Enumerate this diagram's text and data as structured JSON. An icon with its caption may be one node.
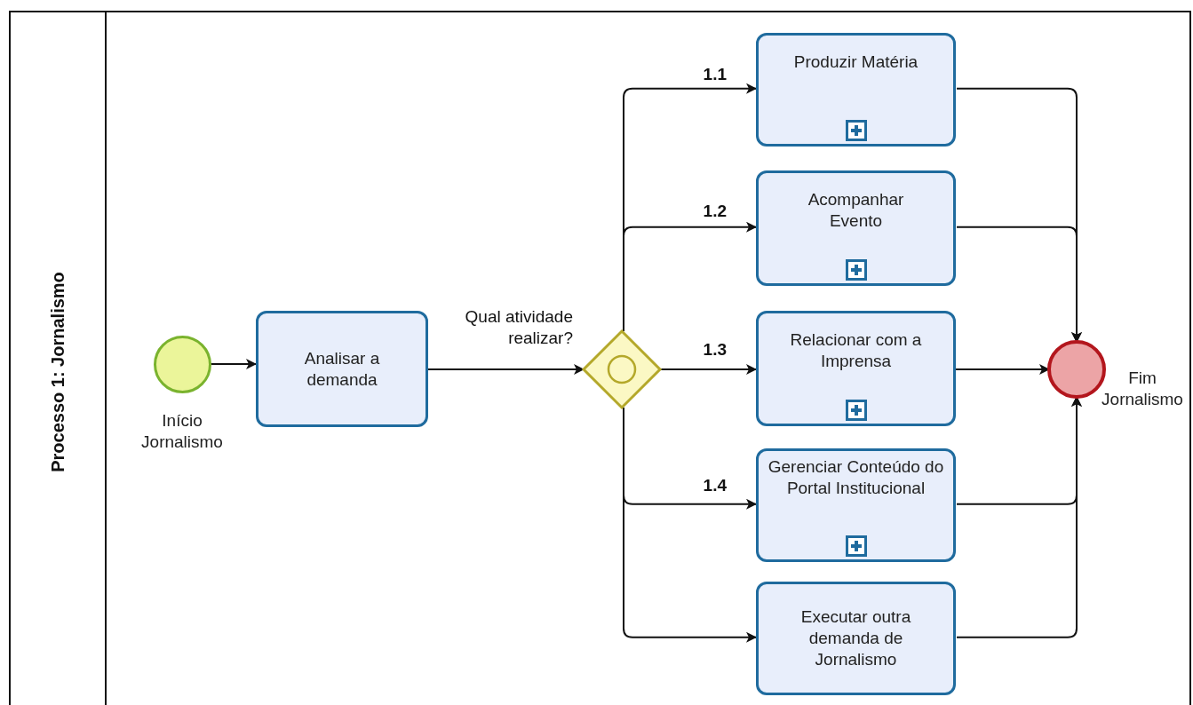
{
  "diagram": {
    "nodes": [
      {
        "text": [
          "Processo 1: Jornalismo"
        ]
      },
      {
        "text": [],
        "shape": "circle",
        "in": 0,
        "beside": [
          "Início Jornalismo"
        ]
      },
      {
        "text": [
          "Analisar a demanda"
        ],
        "in": 0
      },
      {
        "text": [],
        "shape": "diamond",
        "in": 0
      },
      {
        "text": [
          "Produzir Matéria"
        ],
        "in": 0
      },
      {
        "text": [
          "Acompanhar Evento"
        ],
        "in": 0
      },
      {
        "text": [
          "Relacionar com a Imprensa"
        ],
        "in": 0
      },
      {
        "text": [
          "Gerenciar Conteúdo do Portal Institucional"
        ],
        "in": 0
      },
      {
        "text": [
          "Executar outra demanda de Jornalismo"
        ],
        "in": 0
      },
      {
        "text": [],
        "shape": "circle",
        "in": 0,
        "beside": [
          "Fim Jornalismo"
        ]
      }
    ],
    "edges": [
      {
        "from": 1,
        "to": 2,
        "arrow": "to"
      },
      {
        "from": 2,
        "to": 3,
        "arrow": "to",
        "label": "Qual atividade realizar?"
      },
      {
        "from": 3,
        "to": 4,
        "arrow": "to",
        "label": "1.1"
      },
      {
        "from": 3,
        "to": 5,
        "arrow": "to",
        "label": "1.2"
      },
      {
        "from": 3,
        "to": 6,
        "arrow": "to",
        "label": "1.3"
      },
      {
        "from": 3,
        "to": 7,
        "arrow": "to",
        "label": "1.4"
      },
      {
        "from": 3,
        "to": 8,
        "arrow": "to"
      },
      {
        "from": 4,
        "to": 9,
        "arrow": "to"
      },
      {
        "from": 5,
        "to": 9,
        "arrow": "to"
      },
      {
        "from": 6,
        "to": 9,
        "arrow": "to"
      },
      {
        "from": 7,
        "to": 9,
        "arrow": "to"
      },
      {
        "from": 8,
        "to": 9,
        "arrow": "to"
      }
    ]
  }
}
